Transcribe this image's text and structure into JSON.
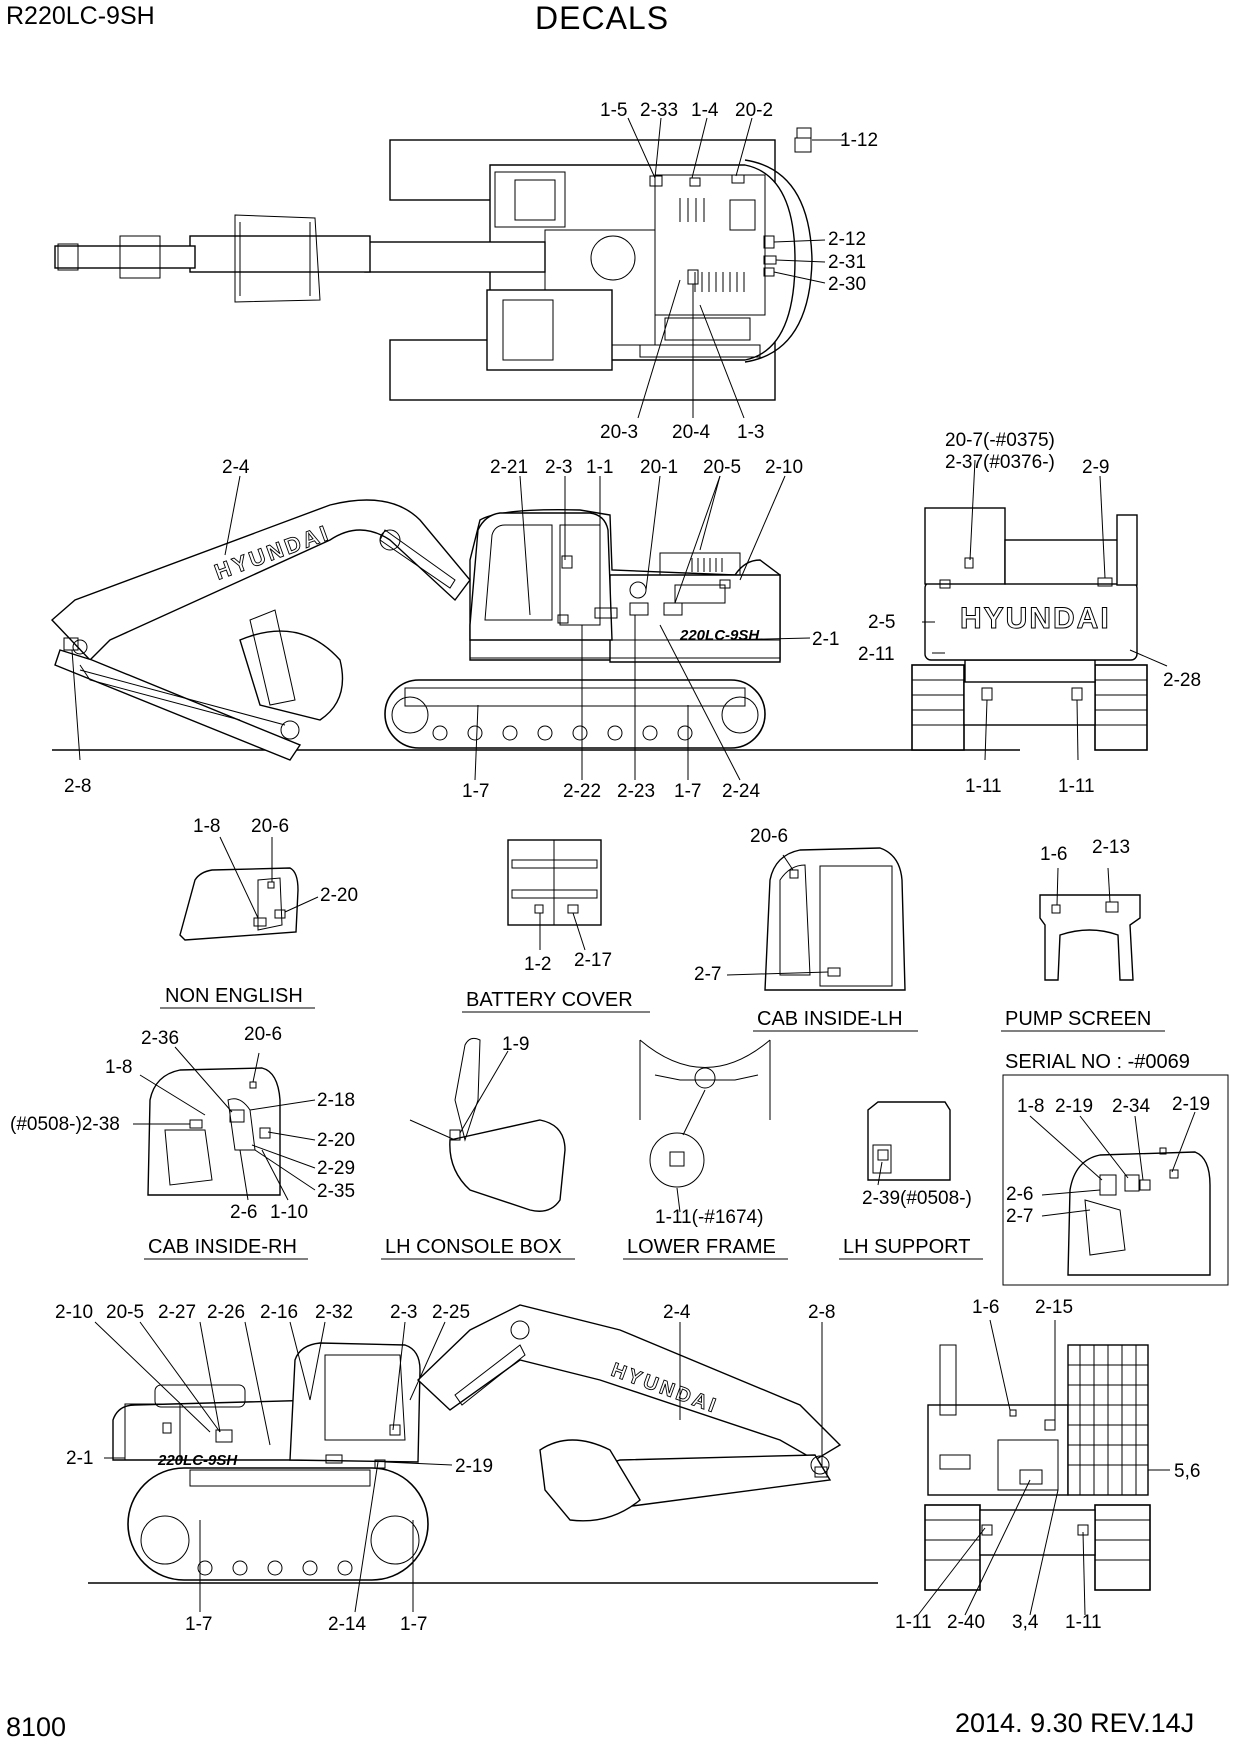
{
  "header": {
    "model": "R220LC-9SH",
    "title": "DECALS"
  },
  "footer": {
    "page": "8100",
    "revision": "2014. 9.30  REV.14J"
  },
  "top_view": {
    "labels": [
      "1-5",
      "2-33",
      "1-4",
      "20-2",
      "1-12",
      "2-12",
      "2-31",
      "2-30",
      "20-3",
      "20-4",
      "1-3"
    ]
  },
  "side_view_lh": {
    "labels": [
      "2-4",
      "2-21",
      "2-3",
      "1-1",
      "20-1",
      "20-5",
      "2-10",
      "2-1",
      "2-8",
      "1-7",
      "2-22",
      "2-23",
      "1-7",
      "2-24"
    ],
    "boom_text": "HYUNDAI",
    "model_badge": "220LC-9SH"
  },
  "rear_view": {
    "labels": [
      "20-7(-#0375)",
      "2-37(#0376-)",
      "2-9",
      "2-5",
      "2-11",
      "2-28",
      "1-11",
      "1-11"
    ],
    "brand_text": "HYUNDAI"
  },
  "details": {
    "non_english": {
      "title": "NON ENGLISH",
      "labels": [
        "1-8",
        "20-6",
        "2-20"
      ]
    },
    "battery_cover": {
      "title": "BATTERY COVER",
      "labels": [
        "1-2",
        "2-17"
      ]
    },
    "cab_inside_lh": {
      "title": "CAB INSIDE-LH",
      "labels": [
        "20-6",
        "2-7"
      ]
    },
    "pump_screen": {
      "title": "PUMP SCREEN",
      "labels": [
        "1-6",
        "2-13"
      ]
    },
    "cab_inside_rh": {
      "title": "CAB INSIDE-RH",
      "labels": [
        "2-36",
        "20-6",
        "1-8",
        "2-18",
        "(#0508-)2-38",
        "2-20",
        "2-29",
        "2-35",
        "2-6",
        "1-10"
      ]
    },
    "lh_console_box": {
      "title": "LH CONSOLE BOX",
      "labels": [
        "1-9"
      ]
    },
    "lower_frame": {
      "title": "LOWER FRAME",
      "labels": [
        "1-11(-#1674)"
      ]
    },
    "lh_support": {
      "title": "LH SUPPORT",
      "labels": [
        "2-39(#0508-)"
      ]
    },
    "serial_box": {
      "title": "SERIAL NO : -#0069",
      "labels": [
        "1-8",
        "2-19",
        "2-34",
        "2-19",
        "2-6",
        "2-7"
      ]
    }
  },
  "side_view_rh": {
    "labels": [
      "2-10",
      "20-5",
      "2-27",
      "2-26",
      "2-16",
      "2-32",
      "2-3",
      "2-25",
      "2-4",
      "2-8",
      "2-1",
      "2-19",
      "1-7",
      "2-14",
      "1-7"
    ],
    "boom_text": "HYUNDAI",
    "model_badge": "220LC-9SH"
  },
  "front_view": {
    "labels": [
      "1-6",
      "2-15",
      "5,6",
      "1-11",
      "2-40",
      "3,4",
      "1-11"
    ]
  }
}
